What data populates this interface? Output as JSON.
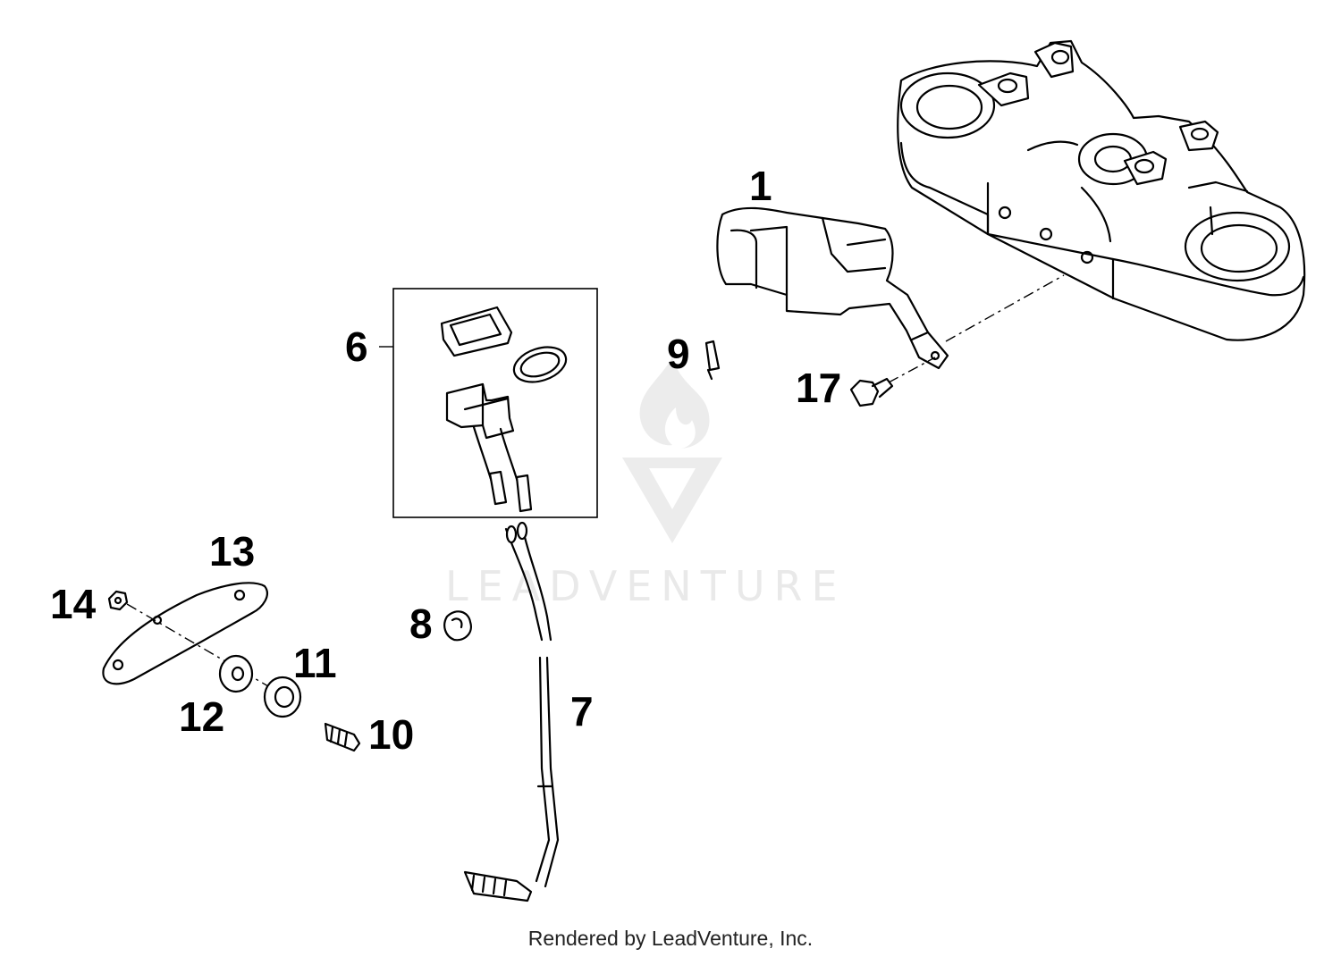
{
  "watermark": {
    "brand": "LEADVENTURE"
  },
  "footer": {
    "credit": "Rendered by LeadVenture, Inc."
  },
  "callouts": {
    "c1": "1",
    "c6": "6",
    "c7": "7",
    "c8": "8",
    "c9": "9",
    "c10": "10",
    "c11": "11",
    "c12": "12",
    "c13": "13",
    "c14": "14",
    "c17": "17"
  }
}
